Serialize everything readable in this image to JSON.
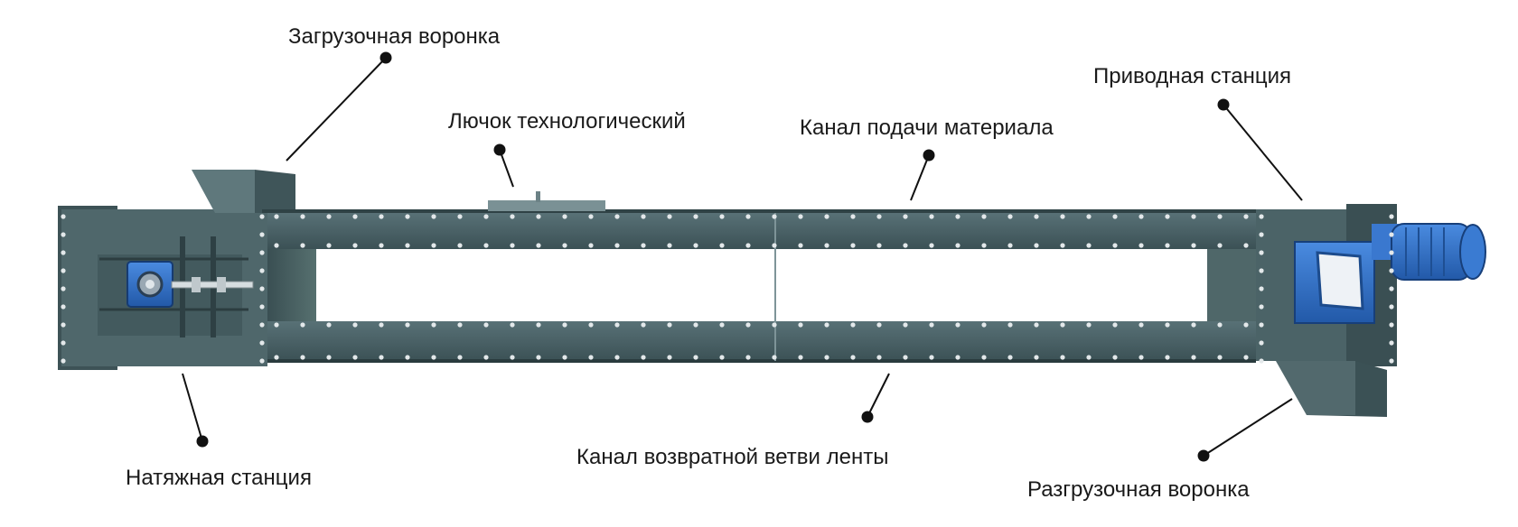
{
  "callouts": {
    "loading_hopper": "Загрузочная воронка",
    "inspection_hatch": "Лючок технологический",
    "feed_channel": "Канал подачи материала",
    "drive_station": "Приводная станция",
    "tension_station": "Натяжная станция",
    "return_channel": "Канал возвратной ветви ленты",
    "discharge_hopper": "Разгрузочная воронка"
  },
  "colors": {
    "steel": "#4d6469",
    "steel_dark": "#33474b",
    "steel_light": "#6a8286",
    "motor_blue": "#2f6fc4",
    "bolt": "#e3e8ea",
    "leader": "#111111"
  }
}
